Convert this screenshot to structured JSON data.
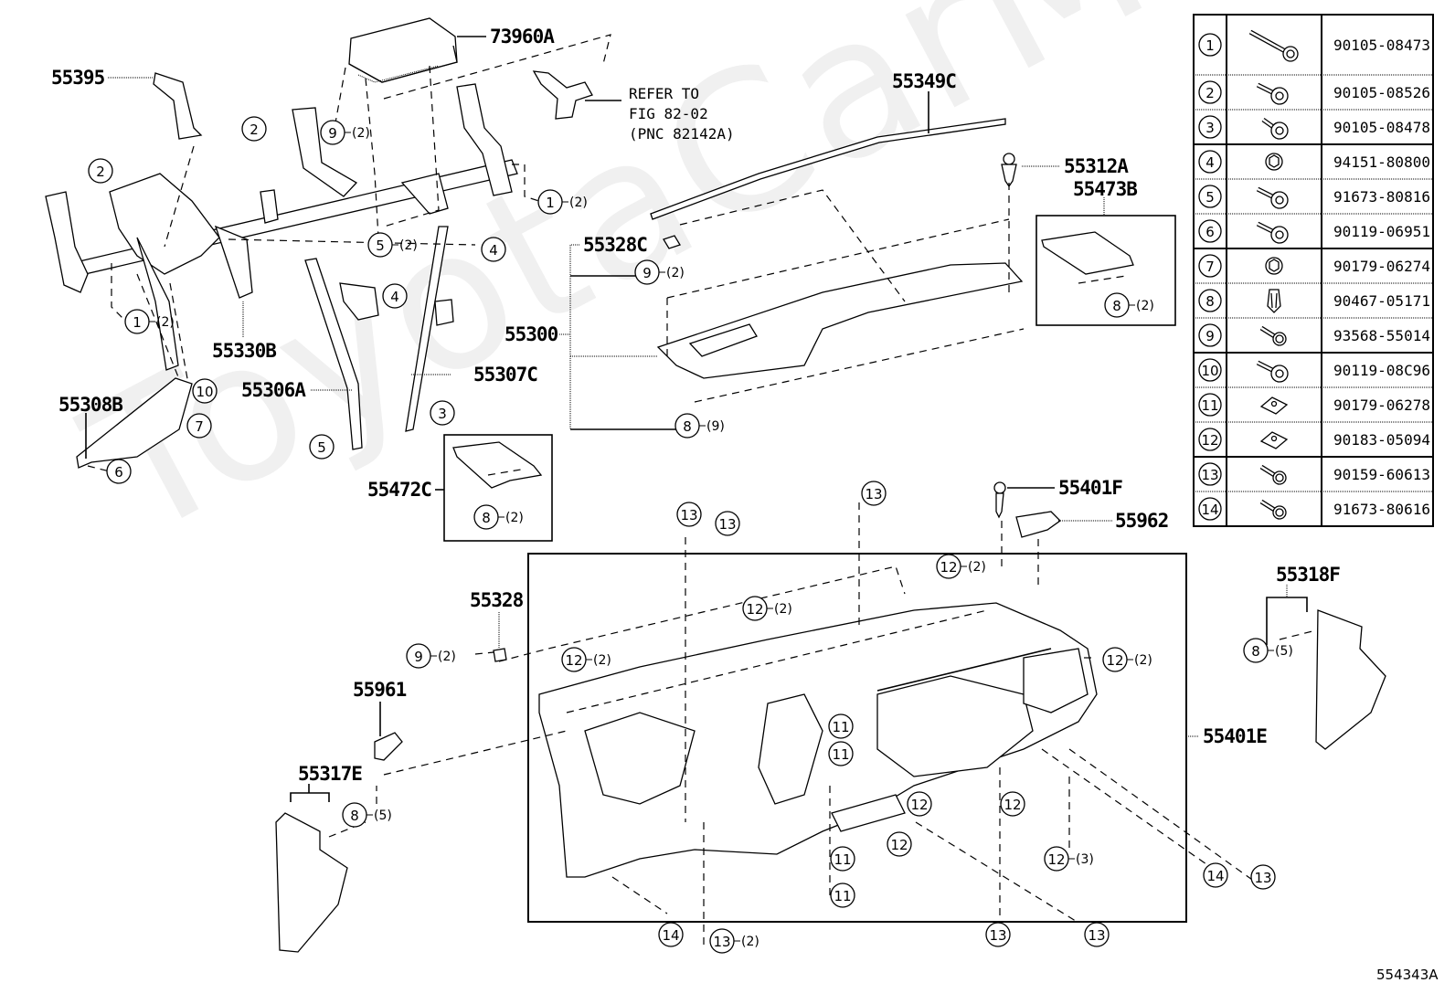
{
  "watermark": "ToyotaCarMine",
  "figure_id": "554343A",
  "reference_note": {
    "line1": "REFER TO",
    "line2": "FIG 82-02",
    "line3": "(PNC 82142A)"
  },
  "part_labels": {
    "p73960A": "73960A",
    "p55395": "55395",
    "p55349C": "55349C",
    "p55312A": "55312A",
    "p55473B": "55473B",
    "p55328C": "55328C",
    "p55300": "55300",
    "p55330B": "55330B",
    "p55306A": "55306A",
    "p55307C": "55307C",
    "p55308B": "55308B",
    "p55472C": "55472C",
    "p55401F": "55401F",
    "p55962": "55962",
    "p55328": "55328",
    "p55961": "55961",
    "p55317E": "55317E",
    "p55318F": "55318F",
    "p55401E": "55401E"
  },
  "callouts": [
    {
      "num": "9",
      "qty": "(2)"
    },
    {
      "num": "2",
      "qty": ""
    },
    {
      "num": "2",
      "qty": ""
    },
    {
      "num": "1",
      "qty": "(2)"
    },
    {
      "num": "5",
      "qty": "(2)"
    },
    {
      "num": "4",
      "qty": ""
    },
    {
      "num": "4",
      "qty": ""
    },
    {
      "num": "1",
      "qty": "(2)"
    },
    {
      "num": "10",
      "qty": ""
    },
    {
      "num": "7",
      "qty": ""
    },
    {
      "num": "6",
      "qty": ""
    },
    {
      "num": "5",
      "qty": ""
    },
    {
      "num": "3",
      "qty": ""
    },
    {
      "num": "9",
      "qty": "(2)"
    },
    {
      "num": "8",
      "qty": "(9)"
    },
    {
      "num": "8",
      "qty": "(2)"
    },
    {
      "num": "8",
      "qty": "(2)"
    },
    {
      "num": "13",
      "qty": ""
    },
    {
      "num": "13",
      "qty": ""
    },
    {
      "num": "13",
      "qty": ""
    },
    {
      "num": "12",
      "qty": "(2)"
    },
    {
      "num": "12",
      "qty": "(2)"
    },
    {
      "num": "12",
      "qty": "(2)"
    },
    {
      "num": "12",
      "qty": "(2)"
    },
    {
      "num": "9",
      "qty": "(2)"
    },
    {
      "num": "11",
      "qty": ""
    },
    {
      "num": "11",
      "qty": ""
    },
    {
      "num": "11",
      "qty": ""
    },
    {
      "num": "11",
      "qty": ""
    },
    {
      "num": "12",
      "qty": ""
    },
    {
      "num": "12",
      "qty": ""
    },
    {
      "num": "12",
      "qty": ""
    },
    {
      "num": "12",
      "qty": "(3)"
    },
    {
      "num": "8",
      "qty": "(5)"
    },
    {
      "num": "8",
      "qty": "(5)"
    },
    {
      "num": "14",
      "qty": ""
    },
    {
      "num": "13",
      "qty": "(2)"
    },
    {
      "num": "13",
      "qty": ""
    },
    {
      "num": "13",
      "qty": ""
    },
    {
      "num": "14",
      "qty": ""
    },
    {
      "num": "13",
      "qty": ""
    }
  ],
  "fastener_table": {
    "rows": [
      {
        "ref": "1",
        "icon": "long-flange-bolt-icon",
        "part_no": "90105-08473"
      },
      {
        "ref": "2",
        "icon": "flange-bolt-icon",
        "part_no": "90105-08526"
      },
      {
        "ref": "3",
        "icon": "short-flange-bolt-icon",
        "part_no": "90105-08478"
      },
      {
        "ref": "4",
        "icon": "hex-nut-icon",
        "part_no": "94151-80800"
      },
      {
        "ref": "5",
        "icon": "flange-bolt-icon",
        "part_no": "91673-80816"
      },
      {
        "ref": "6",
        "icon": "flange-bolt-icon",
        "part_no": "90119-06951"
      },
      {
        "ref": "7",
        "icon": "hex-nut-icon",
        "part_no": "90179-06274"
      },
      {
        "ref": "8",
        "icon": "clip-icon",
        "part_no": "90467-05171"
      },
      {
        "ref": "9",
        "icon": "screw-icon",
        "part_no": "93568-55014"
      },
      {
        "ref": "10",
        "icon": "flange-bolt-icon",
        "part_no": "90119-08C96"
      },
      {
        "ref": "11",
        "icon": "u-nut-icon",
        "part_no": "90179-06278"
      },
      {
        "ref": "12",
        "icon": "u-nut-icon",
        "part_no": "90183-05094"
      },
      {
        "ref": "13",
        "icon": "screw-icon",
        "part_no": "90159-60613"
      },
      {
        "ref": "14",
        "icon": "screw-icon",
        "part_no": "91673-80616"
      }
    ]
  }
}
